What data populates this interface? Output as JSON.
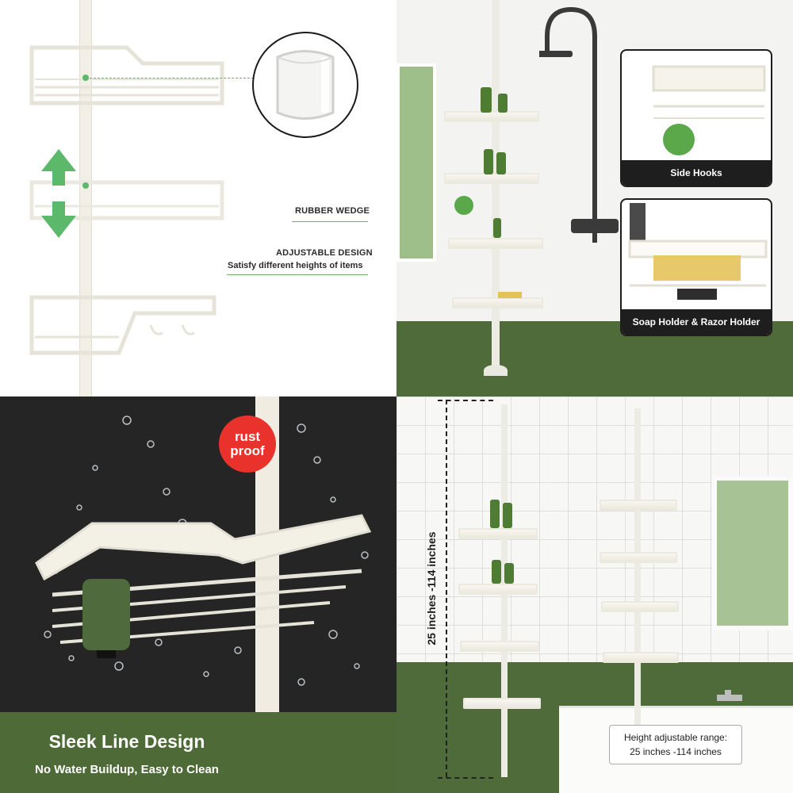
{
  "top_left": {
    "rubber_wedge": "RUBBER WEDGE",
    "adjustable_design": "ADJUSTABLE DESIGN",
    "adjustable_sub": "Satisfy different heights of items"
  },
  "top_right": {
    "side_hooks": "Side Hooks",
    "soap_razor": "Soap Holder & Razor Holder"
  },
  "bottom_left": {
    "badge_line1": "rust",
    "badge_line2": "proof",
    "title": "Sleek Line Design",
    "subtitle": "No Water Buildup, Easy to Clean"
  },
  "bottom_right": {
    "vertical_label": "25 inches -114 inches",
    "range_title": "Height adjustable range:",
    "range_value": "25 inches -114 inches"
  },
  "colors": {
    "accent_green": "#4f6b3a",
    "arrow_green": "#5cb86a",
    "badge_red": "#e8322b"
  }
}
